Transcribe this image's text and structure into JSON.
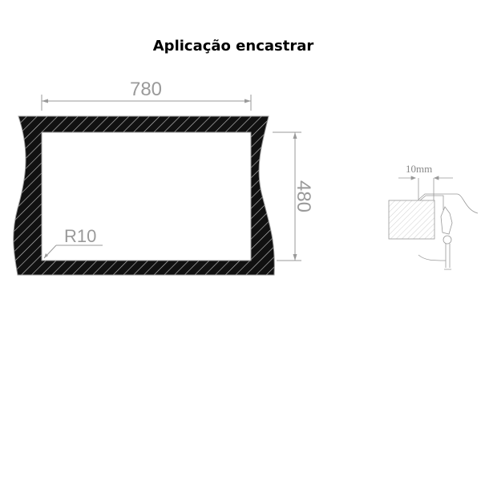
{
  "title": "Aplicação encastrar",
  "dimensions": {
    "width": "780",
    "height": "480",
    "radius": "R10",
    "gap": "10mm"
  },
  "colors": {
    "frame": "#111111",
    "dimension": "#9a9a9a"
  }
}
